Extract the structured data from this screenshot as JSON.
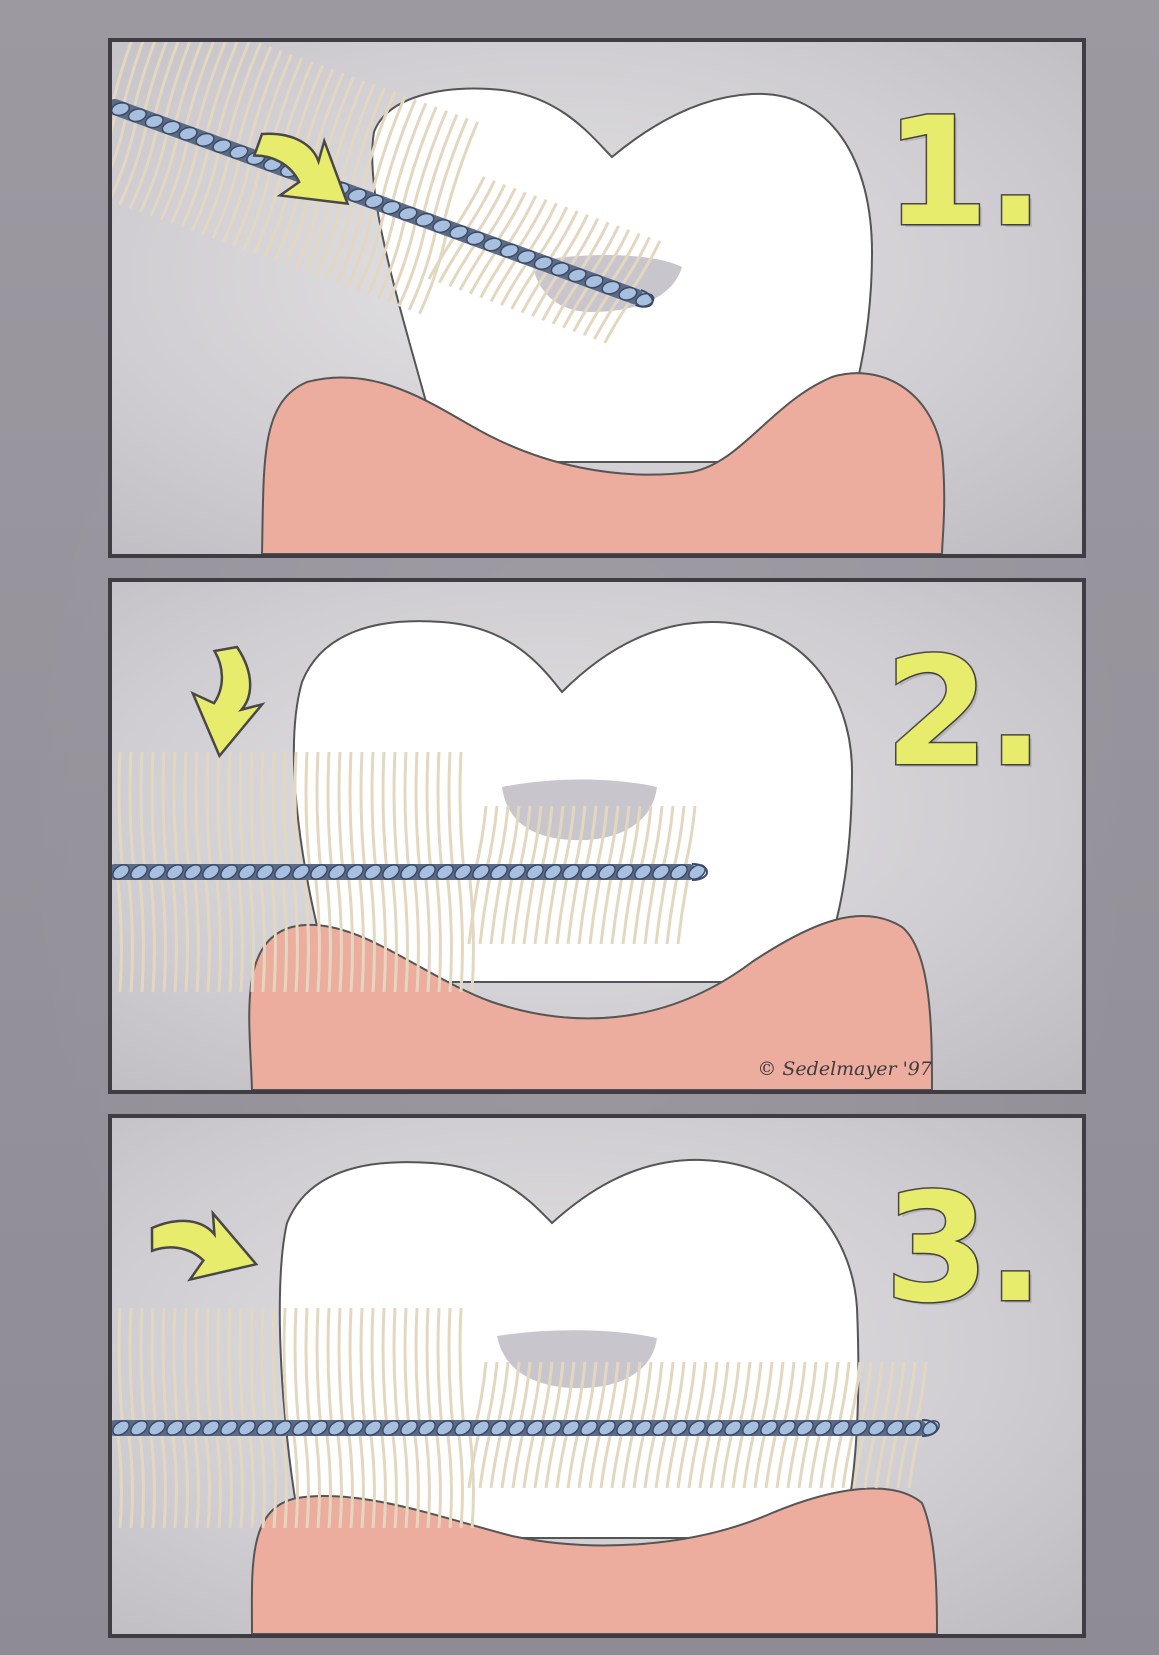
{
  "panels": [
    {
      "number": "1.",
      "arrow_direction": "down-right"
    },
    {
      "number": "2.",
      "arrow_direction": "down"
    },
    {
      "number": "3.",
      "arrow_direction": "right"
    }
  ],
  "signature": "© Sedelmayer '97",
  "colors": {
    "tooth": "#ffffff",
    "gum": "#ecad9e",
    "bristles": "#e4d7c0",
    "wire": "#a8c0e0",
    "arrow": "#e8ec6c",
    "cavity": "#c8c6cc",
    "frame": "#3f3d43"
  }
}
